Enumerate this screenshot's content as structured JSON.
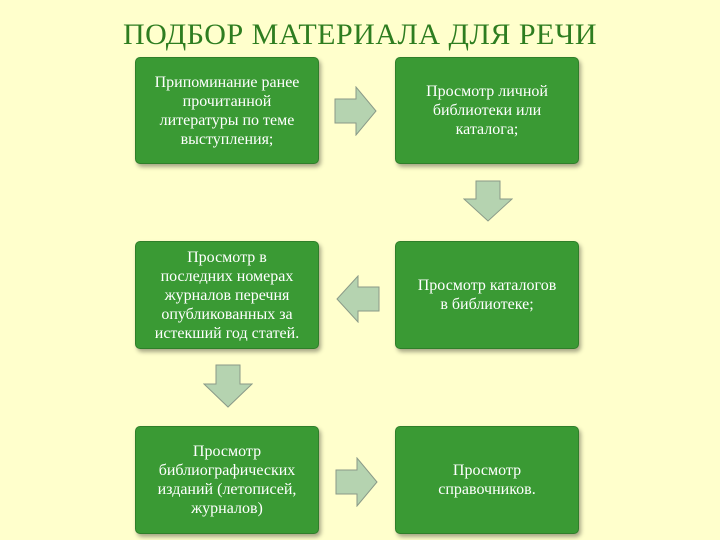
{
  "title": "ПОДБОР МАТЕРИАЛА ДЛЯ РЕЧИ",
  "colors": {
    "background": "#ffffcc",
    "box": "#3a9a34",
    "arrow": "#b5d3b0",
    "title": "#2e7d20"
  },
  "steps": [
    {
      "text": "Припоминание ранее\nпрочитанной\nлитературы по теме\nвыступления;"
    },
    {
      "text": "Просмотр личной\nбиблиотеки или\nкаталога;"
    },
    {
      "text": "Просмотр каталогов\nв библиотеке;"
    },
    {
      "text": "Просмотр в\nпоследних номерах\nжурналов перечня\nопубликованных за\nистекший год статей."
    },
    {
      "text": "Просмотр\nбиблиографических\nизданий (летописей,\nжурналов)"
    },
    {
      "text": "Просмотр\nсправочников."
    }
  ]
}
